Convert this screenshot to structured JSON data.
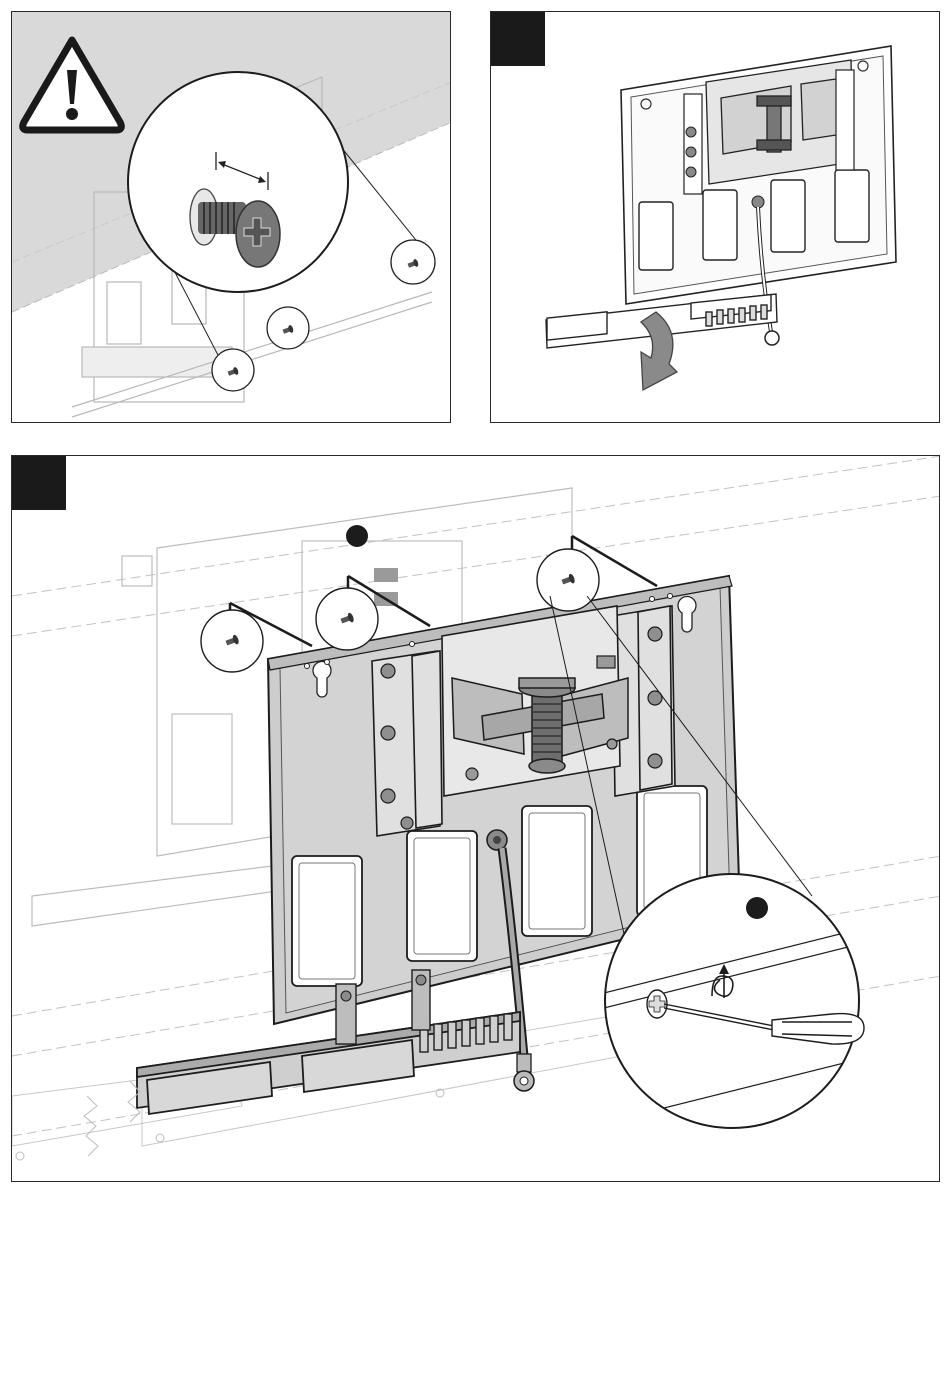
{
  "panels": {
    "top_left": {
      "name": "warning-screw-panel"
    },
    "top_right": {
      "name": "step-panel-a",
      "step_label": ""
    },
    "bottom": {
      "name": "step-panel-b",
      "step_label": ""
    }
  },
  "colors": {
    "plate": "#cfcfcf",
    "plate_dark": "#a9a9a9",
    "background_tv": "#d7d7d7",
    "line": "#1c1c1c",
    "arrow": "#8a8a8a"
  },
  "icons": {
    "warning": "warning-triangle-icon",
    "screw": "screw-icon",
    "rotate": "rotate-arrow-icon",
    "screwdriver": "screwdriver-icon"
  }
}
